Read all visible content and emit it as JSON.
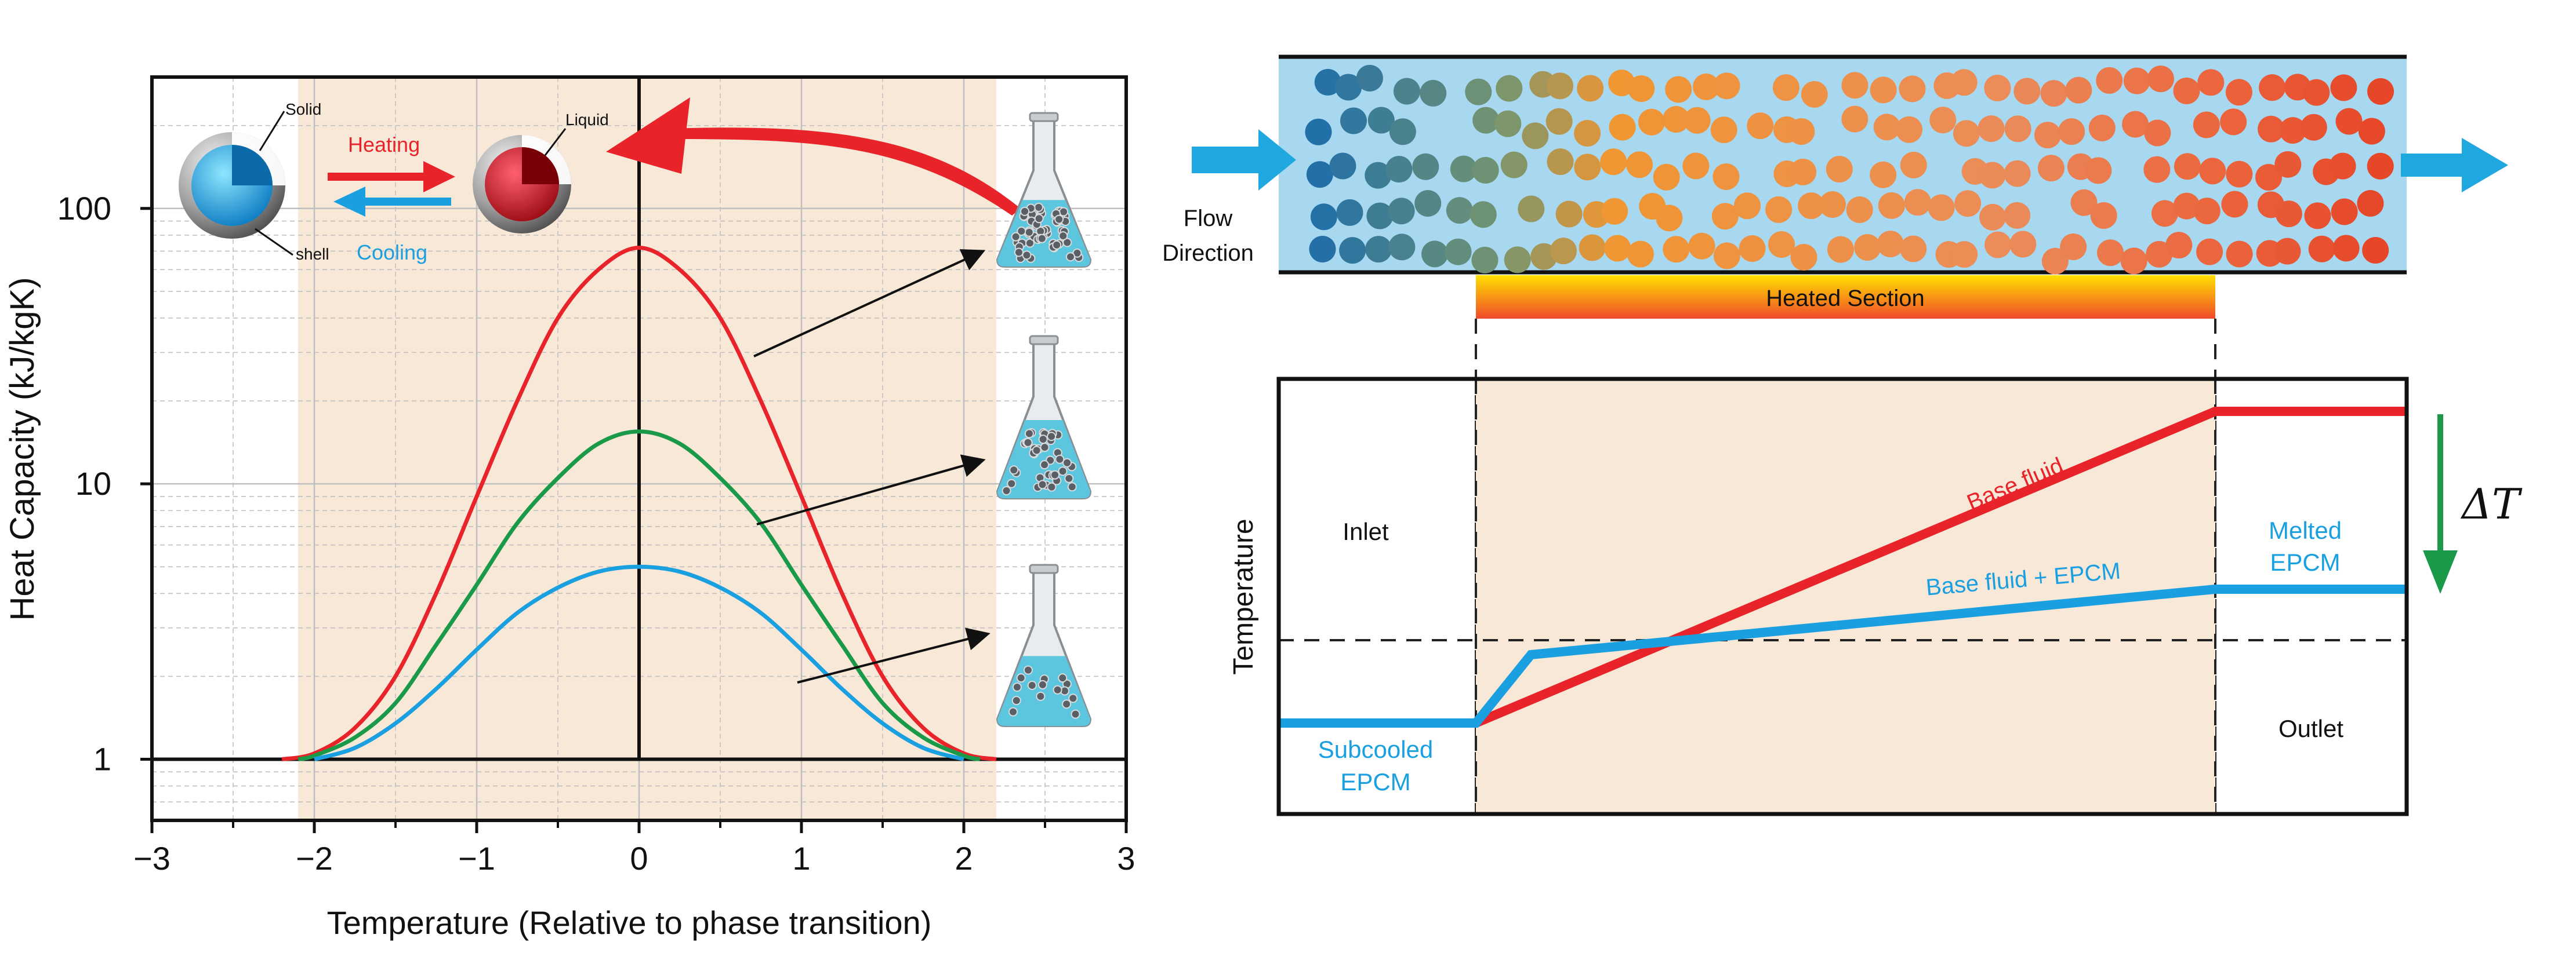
{
  "left_chart": {
    "ylabel": "Heat Capacity (kJ/kgK)",
    "xlabel": "Temperature (Relative to phase transition)",
    "y_ticks": [
      "1",
      "10",
      "100"
    ],
    "x_ticks": [
      "−3",
      "−2",
      "−1",
      "0",
      "1",
      "2",
      "3"
    ],
    "capsule_labels": {
      "solid": "Solid",
      "liquid": "Liquid",
      "shell": "shell",
      "heating": "Heating",
      "cooling": "Cooling"
    }
  },
  "right_diagram": {
    "flow_label_line1": "Flow",
    "flow_label_line2": "Direction",
    "heated_section": "Heated Section",
    "ylabel": "Temperature",
    "inlet": "Inlet",
    "outlet": "Outlet",
    "subcooled_line1": "Subcooled",
    "subcooled_line2": "EPCM",
    "melted_line1": "Melted",
    "melted_line2": "EPCM",
    "base_fluid": "Base fluid",
    "base_fluid_epcm": "Base fluid + EPCM",
    "delta_t": "ΔT"
  },
  "chart_data": {
    "type": "line",
    "xlabel": "Temperature (Relative to phase transition)",
    "ylabel": "Heat Capacity (kJ/kgK)",
    "xlim": [
      -3,
      3
    ],
    "ylim": [
      0.6,
      300
    ],
    "y_scale": "log",
    "series": [
      {
        "color": "#e8242a",
        "x": [
          -2.2,
          -2,
          -1.75,
          -1.5,
          -1.25,
          -1,
          -0.75,
          -0.5,
          -0.25,
          0,
          0.25,
          0.5,
          0.75,
          1,
          1.25,
          1.5,
          1.75,
          2,
          2.2
        ],
        "y": [
          1,
          1.05,
          1.3,
          2.0,
          4.0,
          9.0,
          20,
          40,
          60,
          72,
          60,
          40,
          20,
          9.0,
          4.0,
          2.0,
          1.3,
          1.05,
          1
        ]
      },
      {
        "color": "#1a9a48",
        "x": [
          -2.1,
          -2,
          -1.75,
          -1.5,
          -1.25,
          -1,
          -0.75,
          -0.5,
          -0.25,
          0,
          0.25,
          0.5,
          0.75,
          1,
          1.25,
          1.5,
          1.75,
          2,
          2.1
        ],
        "y": [
          1,
          1.03,
          1.2,
          1.6,
          2.6,
          4.3,
          7.2,
          10.5,
          14,
          15.5,
          14,
          10.5,
          7.2,
          4.3,
          2.6,
          1.6,
          1.2,
          1.03,
          1
        ]
      },
      {
        "color": "#1a9fe0",
        "x": [
          -2,
          -1.75,
          -1.5,
          -1.25,
          -1,
          -0.75,
          -0.5,
          -0.25,
          0,
          0.25,
          0.5,
          0.75,
          1,
          1.25,
          1.5,
          1.75,
          2
        ],
        "y": [
          1,
          1.1,
          1.35,
          1.8,
          2.5,
          3.4,
          4.2,
          4.8,
          5.0,
          4.8,
          4.2,
          3.4,
          2.5,
          1.8,
          1.35,
          1.1,
          1
        ]
      }
    ],
    "shaded_range": [
      -2.1,
      2.2
    ]
  },
  "colors": {
    "red": "#e8242a",
    "green": "#1a9a48",
    "blue": "#1a9fe0",
    "shade": "#f8e8d8",
    "channel": "#a8d8f0"
  }
}
